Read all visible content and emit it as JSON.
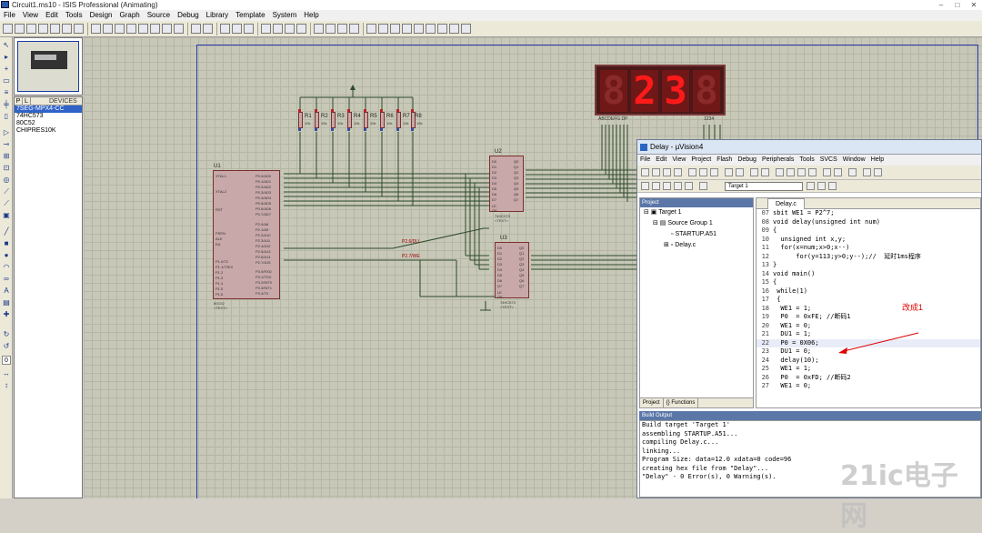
{
  "window": {
    "title": "Circuit1.ms10 - ISIS Professional (Animating)",
    "min": "–",
    "max": "□",
    "close": "✕"
  },
  "menu": [
    "File",
    "View",
    "Edit",
    "Tools",
    "Design",
    "Graph",
    "Source",
    "Debug",
    "Library",
    "Template",
    "System",
    "Help"
  ],
  "devices": {
    "tab_p": "P",
    "tab_l": "L",
    "header": "DEVICES",
    "items": [
      "7SEG-MPX4-CC",
      "74HC573",
      "80C52",
      "CHIPRES10K"
    ]
  },
  "schematic": {
    "display_digits": [
      "8",
      "2",
      "3",
      "8"
    ],
    "display_pins_left": "ABCDEFG DP",
    "display_pins_right": "1234",
    "resistors": [
      "R1",
      "R2",
      "R3",
      "R4",
      "R5",
      "R6",
      "R7",
      "R8"
    ],
    "resistor_value": "10k",
    "chips": {
      "u1": {
        "name": "U1",
        "part": "80C52",
        "text": "<TEXT>"
      },
      "u2": {
        "name": "U2",
        "part": "74HC573",
        "text": "<TEXT>"
      },
      "u3": {
        "name": "U3",
        "part": "74HC573",
        "text": "<TEXT>"
      }
    },
    "net_labels": [
      "P2.6/DU",
      "P2.7/WE"
    ]
  },
  "uvision": {
    "title": "Delay - µVision4",
    "menu": [
      "File",
      "Edit",
      "View",
      "Project",
      "Flash",
      "Debug",
      "Peripherals",
      "Tools",
      "SVCS",
      "Window",
      "Help"
    ],
    "target_select": "Target 1",
    "project_pane_title": "Project",
    "tree": [
      "Target 1",
      "Source Group 1",
      "STARTUP.A51",
      "Delay.c"
    ],
    "project_tabs": [
      "Project",
      "{} Functions"
    ],
    "editor_tab": "Delay.c",
    "code": [
      {
        "ln": "07",
        "text": "sbit WE1 = P2^7;"
      },
      {
        "ln": "08",
        "text": "void delay(unsigned int num)"
      },
      {
        "ln": "09",
        "text": "{"
      },
      {
        "ln": "10",
        "text": "  unsigned int x,y;"
      },
      {
        "ln": "11",
        "text": "  for(x=num;x>0;x--)"
      },
      {
        "ln": "12",
        "text": "      for(y=113;y>0;y--);//  延时1ms程序"
      },
      {
        "ln": "13",
        "text": "}"
      },
      {
        "ln": "14",
        "text": "void main()"
      },
      {
        "ln": "15",
        "text": "{"
      },
      {
        "ln": "16",
        "text": " while(1)"
      },
      {
        "ln": "17",
        "text": " {"
      },
      {
        "ln": "18",
        "text": "  WE1 = 1;"
      },
      {
        "ln": "19",
        "text": "  P0  = 0xFE; //断码1"
      },
      {
        "ln": "20",
        "text": "  WE1 = 0;"
      },
      {
        "ln": "21",
        "text": "  DU1 = 1;"
      },
      {
        "ln": "22",
        "text": "  P0 = 0X06;"
      },
      {
        "ln": "23",
        "text": "  DU1 = 0;"
      },
      {
        "ln": "24",
        "text": "  delay(10);"
      },
      {
        "ln": "25",
        "text": "  WE1 = 1;"
      },
      {
        "ln": "26",
        "text": "  P0  = 0xFD; //断码2"
      },
      {
        "ln": "27",
        "text": "  WE1 = 0;"
      }
    ],
    "annotation": "改成1",
    "build_title": "Build Output",
    "build_output": [
      "Build target 'Target 1'",
      "assembling STARTUP.A51...",
      "compiling Delay.c...",
      "linking...",
      "Program Size: data=12.0 xdata=0 code=96",
      "creating hex file from \"Delay\"...",
      "\"Delay\" - 0 Error(s), 0 Warning(s)."
    ]
  },
  "watermark": "21ic电子网"
}
